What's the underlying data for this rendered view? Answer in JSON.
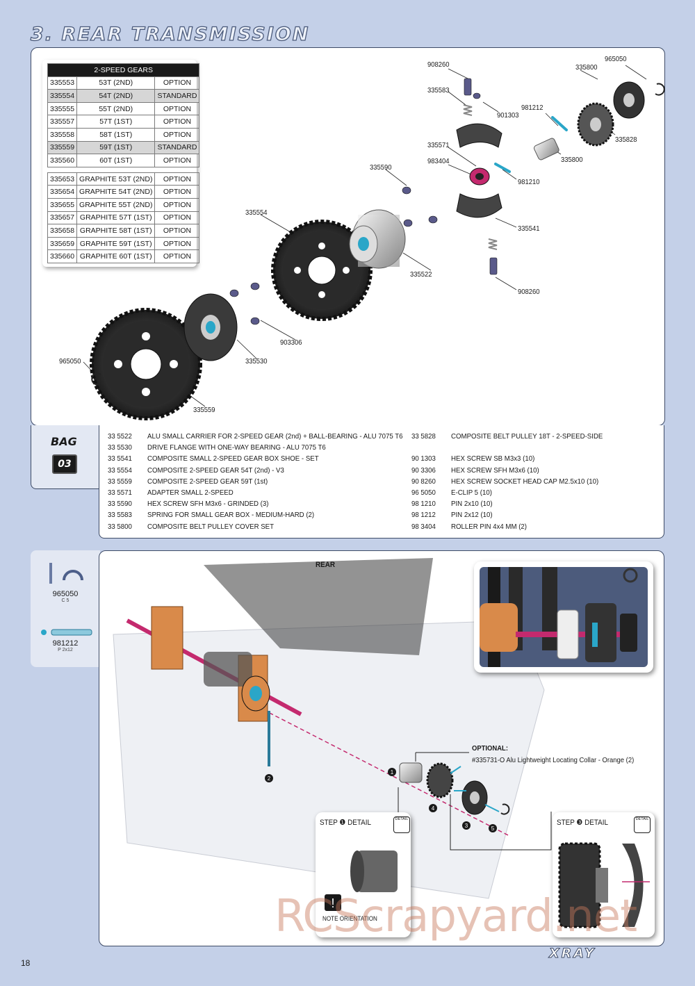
{
  "page": {
    "title": "3. REAR TRANSMISSION",
    "page_number": "18",
    "brand": "XRAY",
    "watermark": "RCScrapyard.net"
  },
  "gear_table": {
    "header": "2-SPEED GEARS",
    "rows_a": [
      {
        "code": "335553",
        "desc": "53T (2ND)",
        "status": "OPTION",
        "shaded": false
      },
      {
        "code": "335554",
        "desc": "54T (2ND)",
        "status": "STANDARD",
        "shaded": true
      },
      {
        "code": "335555",
        "desc": "55T (2ND)",
        "status": "OPTION",
        "shaded": false
      },
      {
        "code": "335557",
        "desc": "57T (1ST)",
        "status": "OPTION",
        "shaded": false
      },
      {
        "code": "335558",
        "desc": "58T (1ST)",
        "status": "OPTION",
        "shaded": false
      },
      {
        "code": "335559",
        "desc": "59T (1ST)",
        "status": "STANDARD",
        "shaded": true
      },
      {
        "code": "335560",
        "desc": "60T (1ST)",
        "status": "OPTION",
        "shaded": false
      }
    ],
    "rows_b": [
      {
        "code": "335653",
        "desc": "GRAPHITE 53T (2ND)",
        "status": "OPTION"
      },
      {
        "code": "335654",
        "desc": "GRAPHITE 54T (2ND)",
        "status": "OPTION"
      },
      {
        "code": "335655",
        "desc": "GRAPHITE 55T (2ND)",
        "status": "OPTION"
      },
      {
        "code": "335657",
        "desc": "GRAPHITE 57T (1ST)",
        "status": "OPTION"
      },
      {
        "code": "335658",
        "desc": "GRAPHITE 58T (1ST)",
        "status": "OPTION"
      },
      {
        "code": "335659",
        "desc": "GRAPHITE 59T (1ST)",
        "status": "OPTION"
      },
      {
        "code": "335660",
        "desc": "GRAPHITE 60T (1ST)",
        "status": "OPTION"
      }
    ]
  },
  "callouts": {
    "c908260_top": "908260",
    "c965050_top": "965050",
    "c335800_top": "335800",
    "c335583": "335583",
    "c901303": "901303",
    "c981212": "981212",
    "c335828": "335828",
    "c335800_mid": "335800",
    "c335571": "335571",
    "c983404": "983404",
    "c335590": "335590",
    "c981210": "981210",
    "c335554": "335554",
    "c335541": "335541",
    "c335522": "335522",
    "c908260_bot": "908260",
    "c903306": "903306",
    "c965050_left": "965050",
    "c335530": "335530",
    "c335559": "335559"
  },
  "bag": {
    "label": "BAG",
    "number": "03"
  },
  "parts_left": [
    {
      "code": "33 5522",
      "desc": "ALU SMALL CARRIER FOR 2-SPEED GEAR (2nd) + BALL-BEARING - ALU 7075 T6"
    },
    {
      "code": "33 5530",
      "desc": "DRIVE FLANGE WITH ONE-WAY BEARING - ALU 7075 T6"
    },
    {
      "code": "33 5541",
      "desc": "COMPOSITE SMALL 2-SPEED GEAR BOX SHOE - SET"
    },
    {
      "code": "33 5554",
      "desc": "COMPOSITE 2-SPEED GEAR 54T (2nd) - V3"
    },
    {
      "code": "33 5559",
      "desc": "COMPOSITE 2-SPEED GEAR 59T (1st)"
    },
    {
      "code": "33 5571",
      "desc": "ADAPTER SMALL 2-SPEED"
    },
    {
      "code": "33 5590",
      "desc": "HEX SCREW SFH M3x6 - GRINDED (3)"
    },
    {
      "code": "33 5583",
      "desc": "SPRING FOR SMALL GEAR BOX - MEDIUM-HARD (2)"
    },
    {
      "code": "33 5800",
      "desc": "COMPOSITE BELT PULLEY COVER SET"
    }
  ],
  "parts_right": [
    {
      "code": "33 5828",
      "desc": "COMPOSITE BELT PULLEY 18T - 2-SPEED-SIDE"
    },
    {
      "code": "",
      "desc": ""
    },
    {
      "code": "90 1303",
      "desc": "HEX SCREW SB M3x3  (10)"
    },
    {
      "code": "90 3306",
      "desc": "HEX SCREW SFH M3x6  (10)"
    },
    {
      "code": "90 8260",
      "desc": "HEX SCREW SOCKET HEAD CAP M2.5x10  (10)"
    },
    {
      "code": "96 5050",
      "desc": "E-CLIP 5  (10)"
    },
    {
      "code": "98 1210",
      "desc": "PIN 2x10  (10)"
    },
    {
      "code": "98 1212",
      "desc": "PIN 2x12  (10)"
    },
    {
      "code": "98 3404",
      "desc": "ROLLER PIN 4x4 MM  (2)"
    }
  ],
  "legend": [
    {
      "code": "965050",
      "desc": "C 5"
    },
    {
      "code": "981212",
      "desc": "P 2x12"
    }
  ],
  "assembly": {
    "view_label": "REAR",
    "optional_title": "OPTIONAL:",
    "optional_text": "#335731-O Alu Lightweight Locating Collar - Orange (2)",
    "step1_label": "STEP",
    "step1_num": "1",
    "step1_detail": "DETAIL",
    "step3_label": "STEP",
    "step3_num": "3",
    "step3_detail": "DETAIL",
    "note": "NOTE ORIENTATION",
    "detail_icon_text": "DETAIL",
    "step_markers": [
      "1",
      "2",
      "3",
      "4",
      "5"
    ]
  },
  "colors": {
    "page_bg": "#c4d0e8",
    "frame": "#3d4a66",
    "aluminium_orange": "#d98a4a",
    "accent_pink": "#c42a6e",
    "accent_cyan": "#2aa6c8"
  }
}
